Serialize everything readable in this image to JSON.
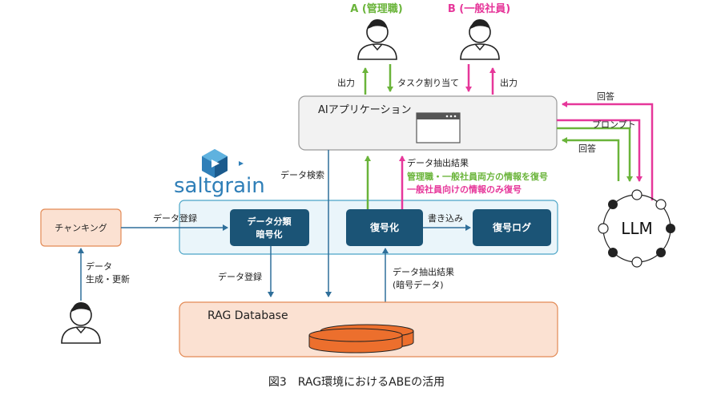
{
  "users": {
    "a_label": "A (管理職)",
    "b_label": "B (一般社員)"
  },
  "arrows": {
    "output_a": "出力",
    "task_assign": "タスク割り当て",
    "output_b": "出力",
    "answer_top": "回答",
    "prompt": "プロンプト",
    "answer_bottom": "回答",
    "data_search": "データ検索",
    "data_register_top": "データ登録",
    "data_register_bottom": "データ登録",
    "data_generate": "データ\n生成・更新",
    "write": "書き込み",
    "extract_encrypted": "データ抽出結果\n(暗号データ)"
  },
  "ai_app": {
    "label": "AIアプリケーション"
  },
  "extract_result": {
    "title": "データ抽出結果",
    "line_green": "管理職・一般社員両方の情報を復号",
    "line_pink": "一般社員向けの情報のみ復号"
  },
  "saltgrain": {
    "logo_text": "saltgrain"
  },
  "boxes": {
    "chunking": "チャンキング",
    "classify_encrypt": "データ分類\n暗号化",
    "decrypt": "復号化",
    "decrypt_log": "復号ログ"
  },
  "rag": {
    "label": "RAG Database"
  },
  "llm": {
    "label": "LLM"
  },
  "caption": "図3　RAG環境におけるABEの活用",
  "colors": {
    "green": "#6ab43a",
    "pink": "#e6379a",
    "blue": "#2f6f9a",
    "dark_box": "#1b5476",
    "orange_fill": "#fbe1d2",
    "orange_edge": "#e38a55",
    "cylinder": "#ec6f2d",
    "panel_fill": "#eaf5fa",
    "panel_edge": "#4aa4c6"
  }
}
